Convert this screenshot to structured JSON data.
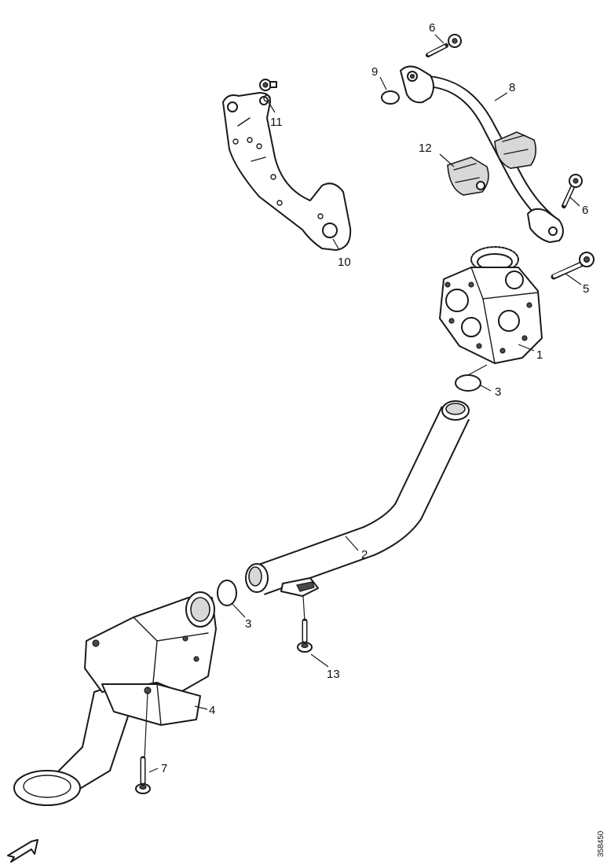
{
  "callouts": {
    "c1": "1",
    "c2": "2",
    "c3a": "3",
    "c3b": "3",
    "c4": "4",
    "c5": "5",
    "c6a": "6",
    "c6b": "6",
    "c7": "7",
    "c8": "8",
    "c9": "9",
    "c10": "10",
    "c11": "11",
    "c12": "12",
    "c13": "13"
  },
  "reference_number": "358450",
  "colors": {
    "line": "#1a1a1a",
    "background": "#ffffff"
  }
}
